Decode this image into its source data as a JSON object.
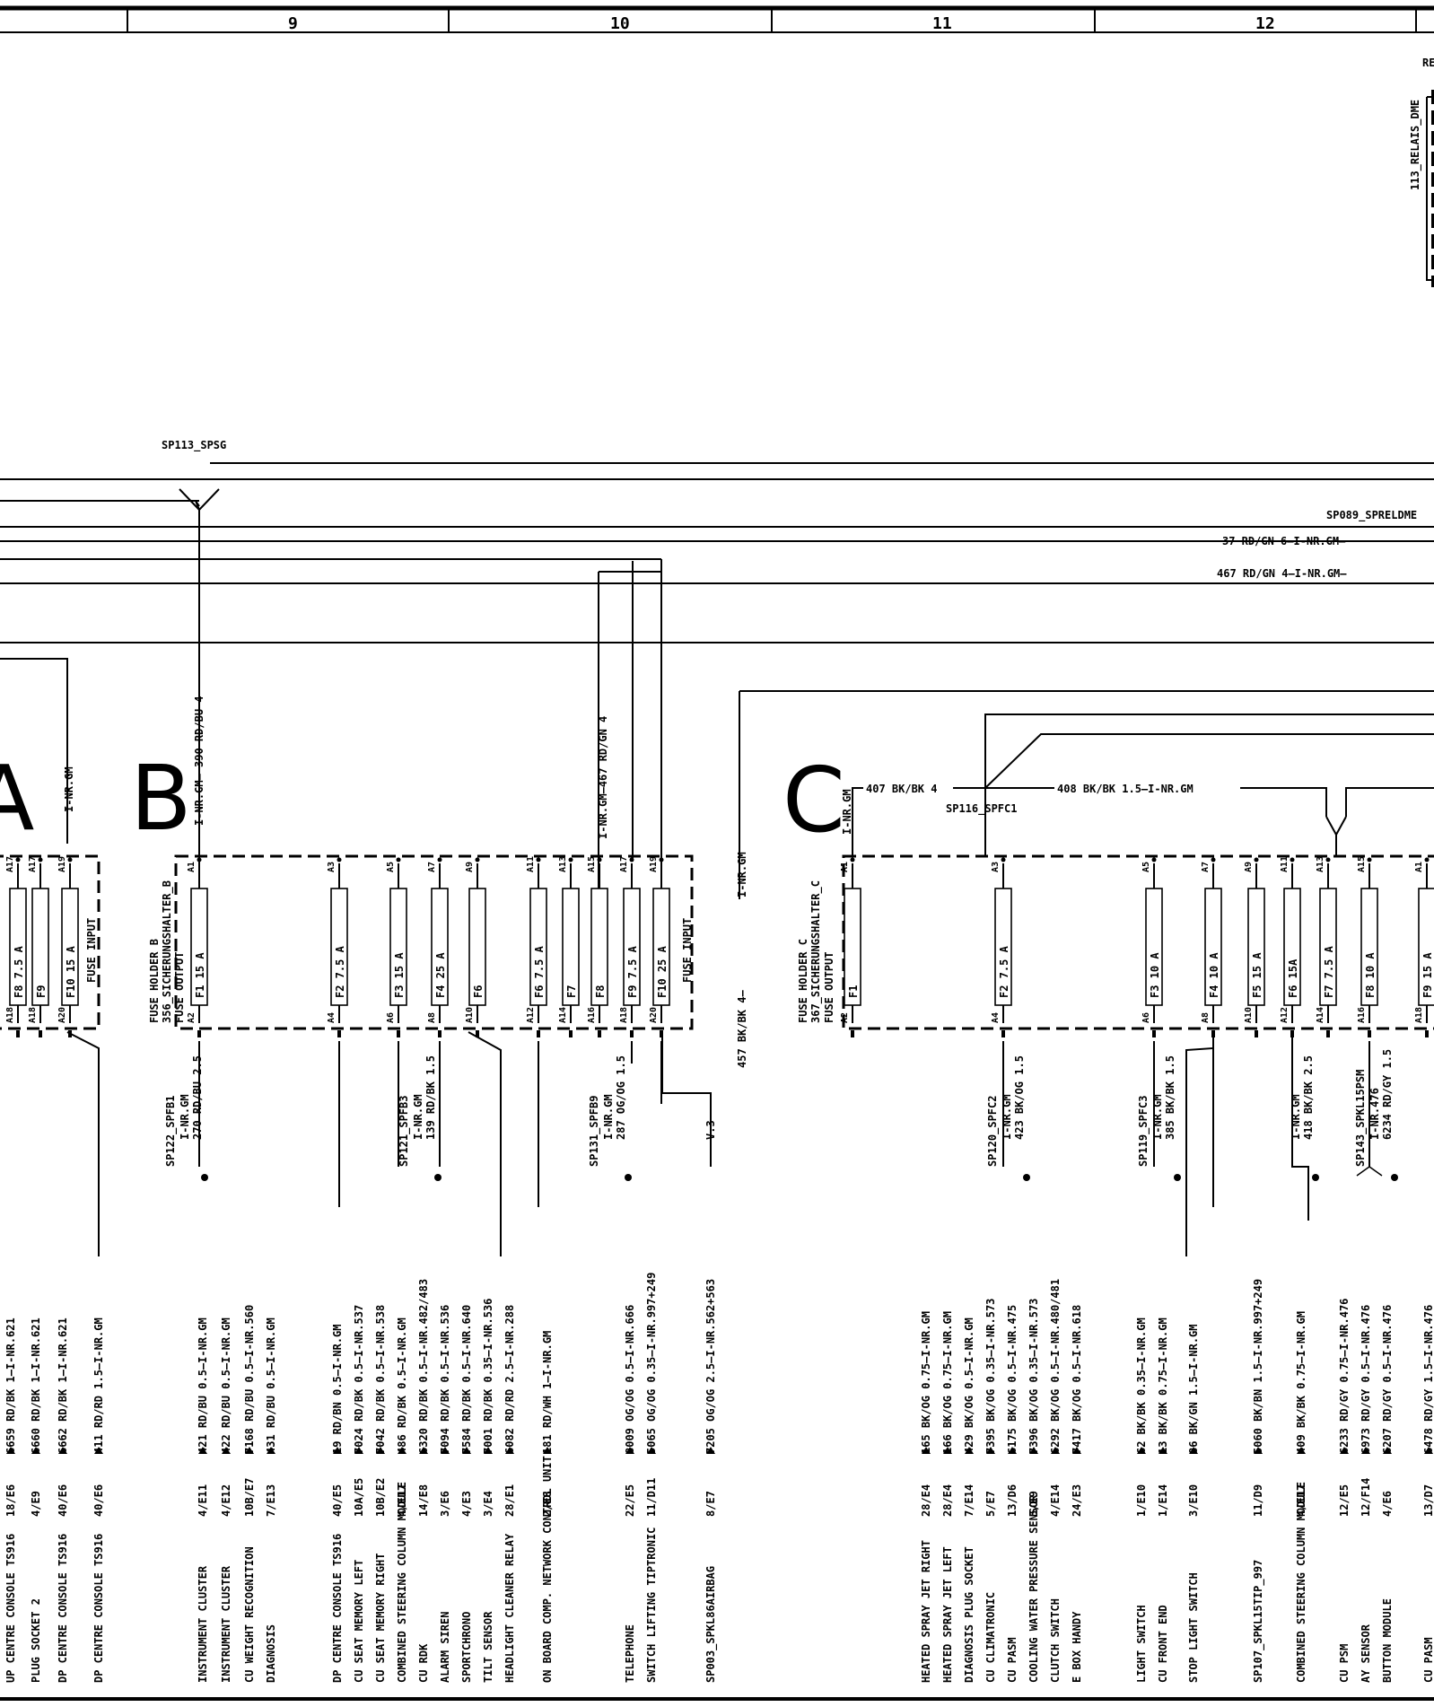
{
  "columns": [
    "9",
    "10",
    "11",
    "12"
  ],
  "relay": {
    "ref": "RE",
    "name": "113_RELAIS_DME"
  },
  "splices": {
    "sp113": "SP113_SPSG",
    "sp089": "SP089_SPRELDME",
    "sp116": "SP116_SPFC1"
  },
  "blocks": {
    "a": "A",
    "b": "B",
    "c": "C"
  },
  "wires": {
    "w37": "37 RD/GN 6—I-NR.GM—",
    "w467": "467 RD/GN 4—I-NR.GM—",
    "w407": "407 BK/BK 4",
    "w408": "408 BK/BK 1.5—I-NR.GM",
    "w390": "I-NR.GM— 390 RD/BU 4",
    "w467v": "I-NR.GM—467 RD/GN 4",
    "w457": "457 BK/BK 4—",
    "ngm_b_right": "I-NR.GM",
    "ngm_a": "I-NR.GM",
    "ngm_c": "I-NR.GM"
  },
  "fuse_holders": {
    "a": {
      "input": "FUSE INPUT"
    },
    "b": {
      "name": "FUSE HOLDER B",
      "part": "356_SICHERUNGSHALTER_B",
      "output": "FUSE OUTPUT",
      "input": "FUSE INPUT"
    },
    "c": {
      "name": "FUSE HOLDER C",
      "part": "367_SICHERUNGSHALTER_C",
      "output": "FUSE OUTPUT"
    }
  },
  "fuses": [
    {
      "id": "F8",
      "rating": "7.5 A",
      "top": "A17",
      "bottom": "A18",
      "holder": "a"
    },
    {
      "id": "F9",
      "rating": "",
      "top": "A17",
      "bottom": "A18",
      "holder": "a"
    },
    {
      "id": "F10",
      "rating": "15 A",
      "top": "A19",
      "bottom": "A20",
      "holder": "a"
    },
    {
      "id": "F1",
      "rating": "15 A",
      "top": "A1",
      "bottom": "A2",
      "holder": "b"
    },
    {
      "id": "F2",
      "rating": "7.5 A",
      "top": "A3",
      "bottom": "A4",
      "holder": "b"
    },
    {
      "id": "F3",
      "rating": "15 A",
      "top": "A5",
      "bottom": "A6",
      "holder": "b"
    },
    {
      "id": "F4",
      "rating": "25 A",
      "top": "A7",
      "bottom": "A8",
      "holder": "b"
    },
    {
      "id": "F6",
      "rating": "",
      "top": "A9",
      "bottom": "A10",
      "holder": "b"
    },
    {
      "id": "F6",
      "rating": "7.5 A",
      "top": "A11",
      "bottom": "A12",
      "holder": "b"
    },
    {
      "id": "F7",
      "rating": "",
      "top": "A13",
      "bottom": "A14",
      "holder": "b"
    },
    {
      "id": "F8",
      "rating": "",
      "top": "A15",
      "bottom": "A16",
      "holder": "b"
    },
    {
      "id": "F9",
      "rating": "7.5 A",
      "top": "A17",
      "bottom": "A18",
      "holder": "b"
    },
    {
      "id": "F10",
      "rating": "25 A",
      "top": "A19",
      "bottom": "A20",
      "holder": "b"
    },
    {
      "id": "F1",
      "rating": "",
      "top": "A1",
      "bottom": "A2",
      "holder": "c"
    },
    {
      "id": "F2",
      "rating": "7.5 A",
      "top": "A3",
      "bottom": "A4",
      "holder": "c"
    },
    {
      "id": "F3",
      "rating": "10 A",
      "top": "A5",
      "bottom": "A6",
      "holder": "c"
    },
    {
      "id": "F4",
      "rating": "10 A",
      "top": "A7",
      "bottom": "A8",
      "holder": "c"
    },
    {
      "id": "F5",
      "rating": "15 A",
      "top": "A9",
      "bottom": "A10",
      "holder": "c"
    },
    {
      "id": "F6",
      "rating": "15A",
      "top": "A11",
      "bottom": "A12",
      "holder": "c"
    },
    {
      "id": "F7",
      "rating": "7.5 A",
      "top": "A13",
      "bottom": "A14",
      "holder": "c"
    },
    {
      "id": "F8",
      "rating": "10 A",
      "top": "A15",
      "bottom": "A16",
      "holder": "c"
    },
    {
      "id": "F9",
      "rating": "15 A",
      "top": "A1",
      "bottom": "A18",
      "holder": "c"
    }
  ],
  "feed_splices": [
    {
      "name": "SP122_SPFB1",
      "wire": "I-NR.GM",
      "detail": "270 RD/BU 2.5"
    },
    {
      "name": "SP121_SPFB3",
      "wire": "I-NR.GM",
      "detail": "139 RD/BK 1.5"
    },
    {
      "name": "SP131_SPFB9",
      "wire": "I-NR.GM",
      "detail": "287 OG/OG 1.5"
    },
    {
      "name": "SP120_SPFC2",
      "wire": "I-NR.GM",
      "detail": "423 BK/OG 1.5"
    },
    {
      "name": "SP119_SPFC3",
      "wire": "I-NR.GM",
      "detail": "385 BK/BK 1.5"
    },
    {
      "name": "",
      "wire": "I-NR.GM",
      "detail": "418 BK/BK 2.5"
    },
    {
      "name": "SP143_SPKL15PSM",
      "wire": "I-NR.476",
      "detail": "6234 RD/GY 1.5"
    }
  ],
  "v3": "V.3",
  "circuits": [
    {
      "dest": "UP CENTRE CONSOLE TS916",
      "grid": "18/E6",
      "wire": "6659 RD/BK 1",
      "ref": "I-NR.621"
    },
    {
      "dest": "PLUG SOCKET 2",
      "grid": "4/E9",
      "wire": "6660 RD/BK 1",
      "ref": "I-NR.621"
    },
    {
      "dest": "DP CENTRE CONSOLE TS916",
      "grid": "40/E6",
      "wire": "6662 RD/BK 1",
      "ref": "I-NR.621"
    },
    {
      "dest": "DP CENTRE CONSOLE TS916",
      "grid": "40/E6",
      "wire": "411 RD/RD 1.5",
      "ref": "I-NR.GM"
    },
    {
      "dest": "INSTRUMENT CLUSTER",
      "grid": "4/E11",
      "wire": "421 RD/BU 0.5",
      "ref": "I-NR.GM"
    },
    {
      "dest": "INSTRUMENT CLUSTER",
      "grid": "4/E12",
      "wire": "422 RD/BU 0.5",
      "ref": "I-NR.GM"
    },
    {
      "dest": "CU WEIGHT RECOGNITION",
      "grid": "10B/E7",
      "wire": "7168 RD/BU 0.5",
      "ref": "I-NR.560"
    },
    {
      "dest": "DIAGNOSIS",
      "grid": "7/E13",
      "wire": "431 RD/BU 0.5",
      "ref": "I-NR.GM"
    },
    {
      "dest": "DP CENTRE CONSOLE TS916",
      "grid": "40/E5",
      "wire": "19 RD/BN 0.5",
      "ref": "I-NR.GM"
    },
    {
      "dest": "CU SEAT MEMORY LEFT",
      "grid": "10A/E5",
      "wire": "7024 RD/BK 0.5",
      "ref": "I-NR.537"
    },
    {
      "dest": "CU SEAT MEMORY RIGHT",
      "grid": "10B/E2",
      "wire": "7042 RD/BK 0.5",
      "ref": "I-NR.538"
    },
    {
      "dest": "COMBINED STEERING COLUMN MODULE",
      "grid": "4/E17",
      "wire": "486 RD/BK 0.5",
      "ref": "I-NR.GM"
    },
    {
      "dest": "CU RDK",
      "grid": "14/E8",
      "wire": "6320 RD/BK 0.5",
      "ref": "I-NR.482/483"
    },
    {
      "dest": "ALARM SIREN",
      "grid": "3/E6",
      "wire": "7094 RD/BK 0.5",
      "ref": "I-NR.536"
    },
    {
      "dest": "SPORTCHRONO",
      "grid": "4/E3",
      "wire": "7584 RD/BK 0.5",
      "ref": "I-NR.640"
    },
    {
      "dest": "TILT SENSOR",
      "grid": "3/E4",
      "wire": "7001 RD/BK 0.35",
      "ref": "I-NR.536"
    },
    {
      "dest": "HEADLIGHT CLEANER RELAY",
      "grid": "28/E1",
      "wire": "6082 RD/RD 2.5",
      "ref": "I-NR.288"
    },
    {
      "dest": "ON BOARD COMP. NETWORK CONTROL UNIT",
      "grid": "2/E8",
      "wire": "181 RD/WH 1",
      "ref": "I-NR.GM"
    },
    {
      "dest": "TELEPHONE",
      "grid": "22/E5",
      "wire": "8009 OG/OG 0.5",
      "ref": "I-NR.666"
    },
    {
      "dest": "SWITCH LIFTING TIPTRONIC",
      "grid": "11/D11",
      "wire": "5065 OG/OG 0.35",
      "ref": "I-NR.997+249"
    },
    {
      "dest": "SP003_SPKL86AIRBAG",
      "grid": "8/E7",
      "wire": "7205 OG/OG 2.5",
      "ref": "I-NR.562+563"
    },
    {
      "dest": "HEATED SPRAY JET RIGHT",
      "grid": "28/E4",
      "wire": "165 BK/OG 0.75",
      "ref": "I-NR.GM"
    },
    {
      "dest": "HEATED SPRAY JET LEFT",
      "grid": "28/E4",
      "wire": "166 BK/OG 0.75",
      "ref": "I-NR.GM"
    },
    {
      "dest": "DIAGNOSIS PLUG SOCKET",
      "grid": "7/E14",
      "wire": "429 BK/OG 0.5",
      "ref": "I-NR.GM"
    },
    {
      "dest": "CU CLIMATRONIC",
      "grid": "5/E7",
      "wire": "7395 BK/OG 0.35",
      "ref": "I-NR.573"
    },
    {
      "dest": "CU PASM",
      "grid": "13/D6",
      "wire": "6175 BK/OG 0.5",
      "ref": "I-NR.475"
    },
    {
      "dest": "COOLING WATER PRESSURE SENSOR",
      "grid": "5/E9",
      "wire": "7396 BK/OG 0.35",
      "ref": "I-NR.573"
    },
    {
      "dest": "CLUTCH SWITCH",
      "grid": "4/E14",
      "wire": "6292 BK/OG 0.5",
      "ref": "I-NR.480/481"
    },
    {
      "dest": "E BOX HANDY",
      "grid": "24/E3",
      "wire": "7417 BK/OG 0.5",
      "ref": "I-NR.618"
    },
    {
      "dest": "LIGHT SWITCH",
      "grid": "1/E10",
      "wire": "62 BK/BK 0.35",
      "ref": "I-NR.GM"
    },
    {
      "dest": "CU FRONT END",
      "grid": "1/E14",
      "wire": "13 BK/BK 0.75",
      "ref": "I-NR.GM"
    },
    {
      "dest": "STOP LIGHT SWITCH",
      "grid": "3/E10",
      "wire": "86 BK/GN 1.5",
      "ref": "I-NR.GM"
    },
    {
      "dest": "SP107_SPKL15TIP_997",
      "grid": "11/D9",
      "wire": "5060 BK/BN 1.5",
      "ref": "I-NR.997+249"
    },
    {
      "dest": "COMBINED STEERING COLUMN MODULE",
      "grid": "4/E17",
      "wire": "409 BK/BK 0.75",
      "ref": "I-NR.GM"
    },
    {
      "dest": "CU PSM",
      "grid": "12/E5",
      "wire": "6233 RD/GY 0.75",
      "ref": "I-NR.476"
    },
    {
      "dest": "AY SENSOR",
      "grid": "12/F14",
      "wire": "6973 RD/GY 0.5",
      "ref": "I-NR.476"
    },
    {
      "dest": "BUTTON MODULE",
      "grid": "4/E6",
      "wire": "6207 RD/GY 0.5",
      "ref": "I-NR.476"
    },
    {
      "dest": "CU PASM",
      "grid": "13/D7",
      "wire": "6478 RD/GY 1.5",
      "ref": "I-NR.476"
    }
  ]
}
